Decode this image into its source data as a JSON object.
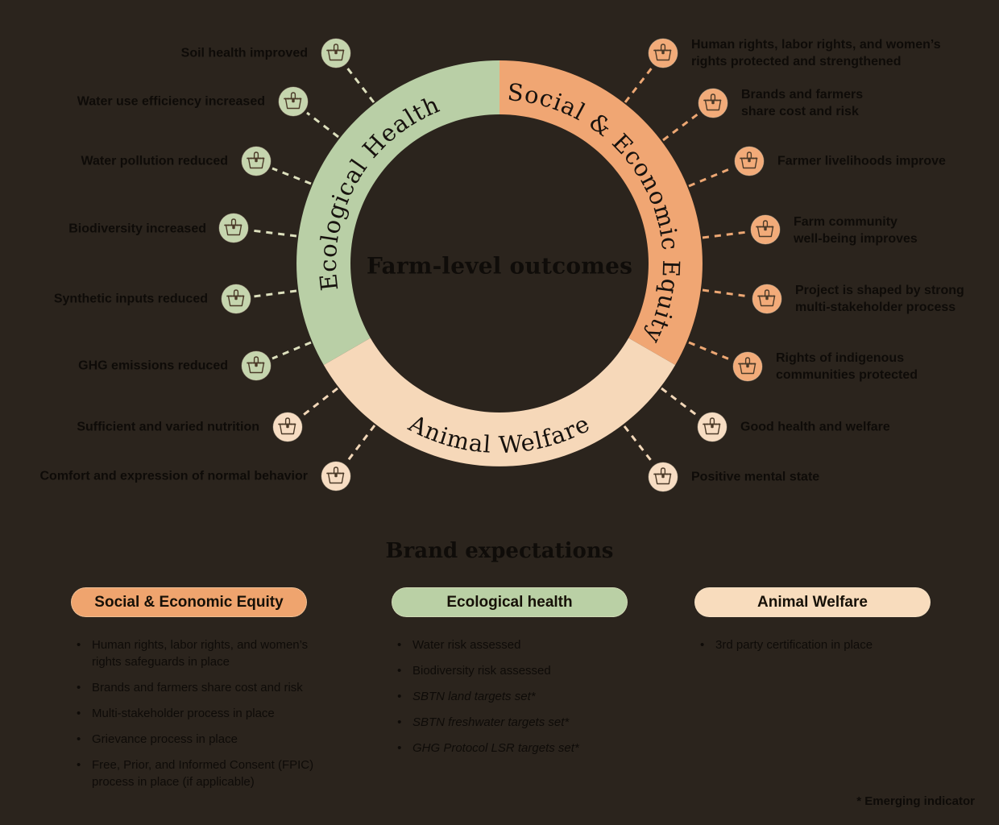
{
  "diagram": {
    "center_title": "Farm-level outcomes",
    "segments": [
      {
        "label": "Ecological Health",
        "color": "#b9cfa6"
      },
      {
        "label": "Social & Economic Equity",
        "color": "#f0a673"
      },
      {
        "label": "Animal Welfare",
        "color": "#f6d8b9"
      }
    ],
    "outcomes_left": [
      {
        "text": "Soil health improved",
        "category": "ecological-health"
      },
      {
        "text": "Water use efficiency increased",
        "category": "ecological-health"
      },
      {
        "text": "Water pollution reduced",
        "category": "ecological-health"
      },
      {
        "text": "Biodiversity increased",
        "category": "ecological-health"
      },
      {
        "text": "Synthetic inputs reduced",
        "category": "ecological-health"
      },
      {
        "text": "GHG emissions reduced",
        "category": "ecological-health"
      },
      {
        "text": "Sufficient and varied nutrition",
        "category": "animal-welfare"
      },
      {
        "text": "Comfort and expression of normal behavior",
        "category": "animal-welfare"
      }
    ],
    "outcomes_right": [
      {
        "text": "Human rights, labor rights, and women’s\nrights protected and strengthened",
        "category": "social-economic-equity"
      },
      {
        "text": "Brands and farmers\nshare cost and risk",
        "category": "social-economic-equity"
      },
      {
        "text": "Farmer livelihoods improve",
        "category": "social-economic-equity"
      },
      {
        "text": "Farm community\nwell-being improves",
        "category": "social-economic-equity"
      },
      {
        "text": "Project is shaped by strong\nmulti-stakeholder process",
        "category": "social-economic-equity"
      },
      {
        "text": "Rights of indigenous\ncommunities protected",
        "category": "social-economic-equity"
      },
      {
        "text": "Good health and welfare",
        "category": "animal-welfare"
      },
      {
        "text": "Positive mental state",
        "category": "animal-welfare"
      }
    ],
    "icon": "basket-icon"
  },
  "expectations": {
    "title": "Brand expectations",
    "columns": [
      {
        "pill": "Social & Economic Equity",
        "pill_color": "#efa46e",
        "items": [
          {
            "text": "Human rights, labor rights, and women’s\nrights safeguards in place"
          },
          {
            "text": "Brands and farmers share cost and risk"
          },
          {
            "text": "Multi-stakeholder process in place"
          },
          {
            "text": "Grievance process in place"
          },
          {
            "text": "Free, Prior, and Informed Consent (FPIC)\nprocess in place (if applicable)"
          }
        ]
      },
      {
        "pill": "Ecological health",
        "pill_color": "#bad0a5",
        "items": [
          {
            "text": "Water risk assessed"
          },
          {
            "text": "Biodiversity risk assessed"
          },
          {
            "text": "SBTN land targets set*",
            "italic": true
          },
          {
            "text": "SBTN freshwater targets set*",
            "italic": true
          },
          {
            "text": "GHG Protocol LSR targets set*",
            "italic": true
          }
        ]
      },
      {
        "pill": "Animal Welfare",
        "pill_color": "#f8dcbd",
        "items": [
          {
            "text": "3rd party certification in place"
          }
        ]
      }
    ],
    "footnote": "* Emerging indicator"
  },
  "colors": {
    "background": "#2b241d",
    "text": "#0e0b08",
    "ecological_green": "#b9cfa6",
    "social_orange": "#f0a673",
    "animal_peach": "#f6d8b9",
    "icon_green": "#c5d5ae",
    "icon_orange": "#f2ab79",
    "icon_peach": "#f7ddc3"
  }
}
